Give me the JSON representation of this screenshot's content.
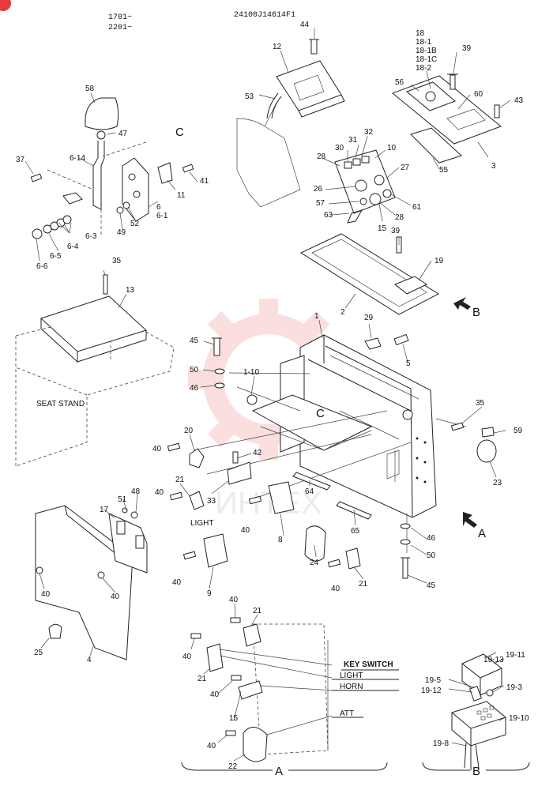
{
  "header": {
    "serial_line1": "1701~",
    "serial_line2": "2201~",
    "part_code": "24100J14614F1"
  },
  "captions": {
    "seat_stand": "SEAT STAND",
    "light": "LIGHT",
    "key_switch": "KEY SWITCH",
    "wire_light": "LIGHT",
    "wire_horn": "HORN",
    "wire_att": "ATT"
  },
  "views": {
    "a": "A",
    "b": "B",
    "c": "C"
  },
  "watermark": "ИНТЕХ",
  "part_labels": [
    "44",
    "12",
    "53",
    "18",
    "18-1",
    "18-1B",
    "18-1C",
    "18-2",
    "39",
    "56",
    "60",
    "43",
    "3",
    "55",
    "58",
    "47",
    "C",
    "37",
    "6-14",
    "41",
    "11",
    "6",
    "6-1",
    "52",
    "49",
    "6-3",
    "6-4",
    "6-5",
    "6-6",
    "32",
    "31",
    "30",
    "10",
    "28",
    "27",
    "26",
    "57",
    "63",
    "15",
    "28",
    "61",
    "39",
    "19",
    "2",
    "B",
    "35",
    "13",
    "1",
    "29",
    "5",
    "45",
    "50",
    "46",
    "1-10",
    "C",
    "35",
    "59",
    "23",
    "20",
    "40",
    "42",
    "21",
    "40",
    "33",
    "64",
    "40",
    "8",
    "65",
    "24",
    "40",
    "21",
    "46",
    "50",
    "45",
    "48",
    "51",
    "17",
    "40",
    "40",
    "9",
    "40",
    "25",
    "4",
    "A",
    "40",
    "21",
    "40",
    "21",
    "40",
    "15",
    "40",
    "22",
    "19-13",
    "19-11",
    "19-5",
    "19-12",
    "19-3",
    "19-10",
    "19-8"
  ]
}
